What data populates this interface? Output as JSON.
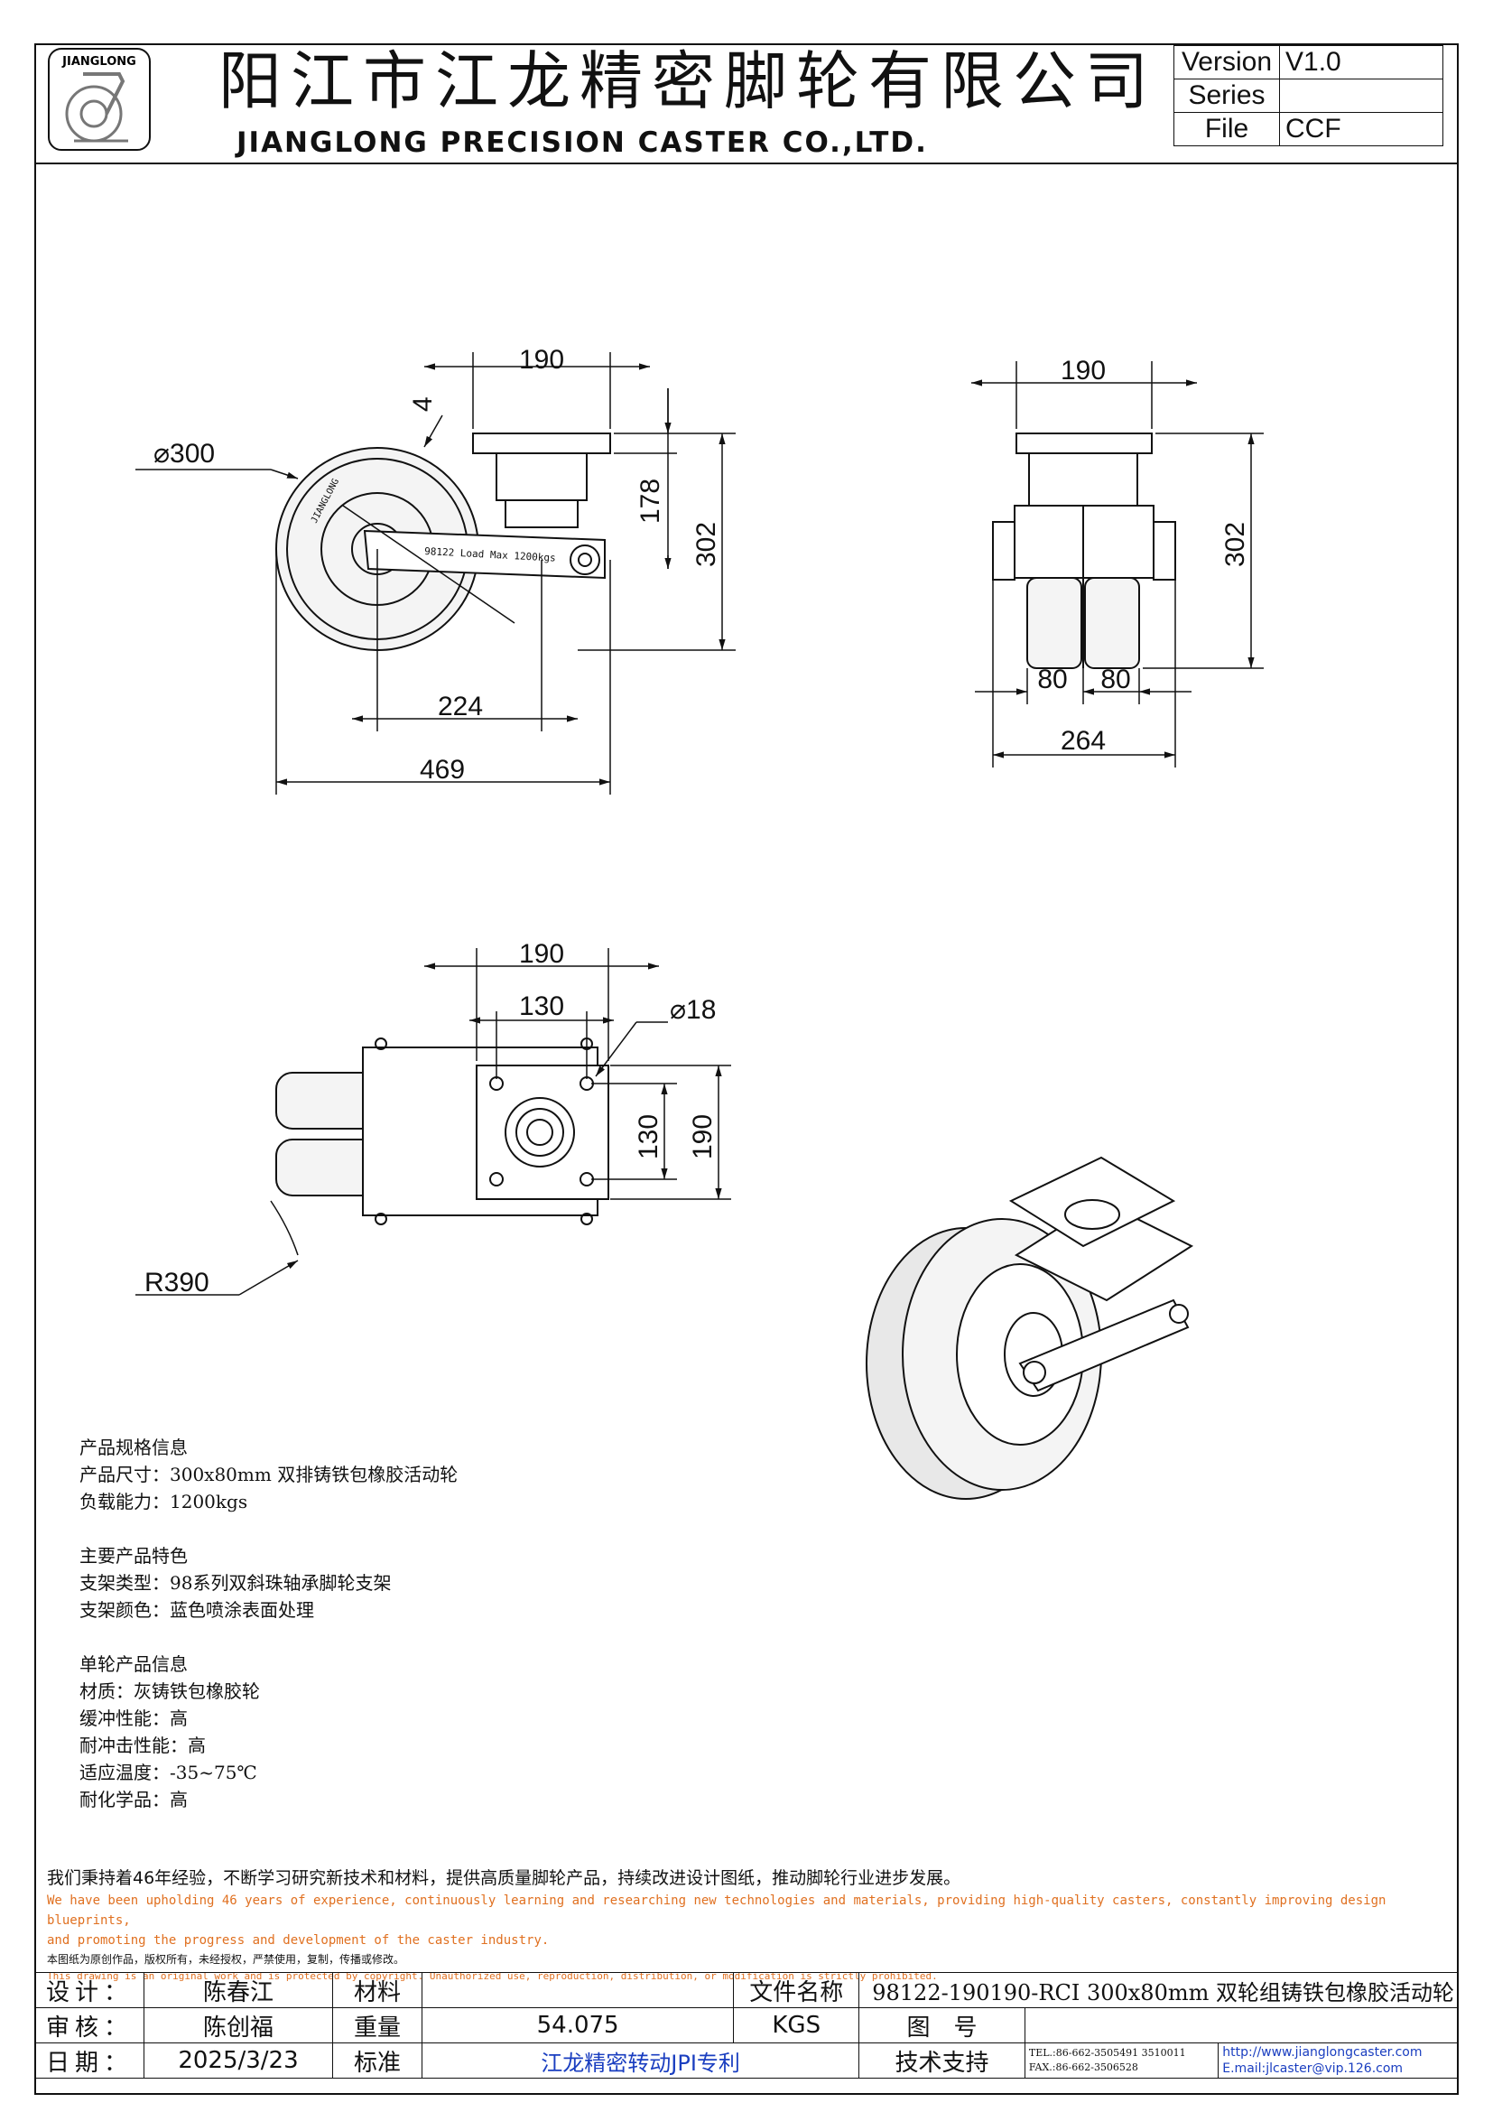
{
  "header": {
    "logo_text": "JIANGLONG",
    "company_cn": "阳江市江龙精密脚轮有限公司",
    "company_en": "JIANGLONG PRECISION CASTER CO.,LTD.",
    "meta": [
      {
        "key": "Version",
        "value": "V1.0"
      },
      {
        "key": "Series",
        "value": ""
      },
      {
        "key": "File",
        "value": "CCF"
      }
    ]
  },
  "dimensions": {
    "side_view": {
      "top_width": "190",
      "plate_thickness": "4",
      "wheel_diameter": "⌀300",
      "plate_height": "178",
      "total_height": "302",
      "offset": "224",
      "total_length": "469",
      "arm_text": "98122 Load Max 1200kgs"
    },
    "front_view": {
      "top_width": "190",
      "total_height": "302",
      "wheel_width_left": "80",
      "wheel_width_right": "80",
      "total_width": "264"
    },
    "top_view": {
      "plate_width": "190",
      "bolt_spacing": "130",
      "bolt_hole": "⌀18",
      "bolt_spacing_v": "130",
      "plate_length": "190",
      "swivel_radius": "R390"
    }
  },
  "spec": {
    "section1_title": "产品规格信息",
    "size": "产品尺寸：300x80mm 双排铸铁包橡胶活动轮",
    "load": "负载能力：1200kgs",
    "section2_title": "主要产品特色",
    "bracket_type": "支架类型：98系列双斜珠轴承脚轮支架",
    "bracket_color": "支架颜色：蓝色喷涂表面处理",
    "section3_title": "单轮产品信息",
    "material": "材质：灰铸铁包橡胶轮",
    "cushion": "缓冲性能：高",
    "impact": "耐冲击性能：高",
    "temperature": "适应温度：-35~75℃",
    "chemical": "耐化学品：高"
  },
  "statement": {
    "cn1": "我们秉持着46年经验，不断学习研究新技术和材料，提供高质量脚轮产品，持续改进设计图纸，推动脚轮行业进步发展。",
    "en1a": "We have been upholding 46 years of experience, continuously learning and researching new technologies and materials, providing high-quality casters, constantly improving design blueprints,",
    "en1b": "and promoting the progress and development of the caster industry.",
    "cn2": "本图纸为原创作品，版权所有，未经授权，严禁使用，复制，传播或修改。",
    "en2": "This drawing is an original work and is protected by copyright. Unauthorized use, reproduction, distribution, or modification is strictly prohibited."
  },
  "title_block": {
    "design_label": "设计：",
    "designer": "陈春江",
    "material_label": "材料",
    "material": "",
    "filename_label": "文件名称",
    "filename": "98122-190190-RCI 300x80mm 双轮组铸铁包橡胶活动轮",
    "review_label": "审核：",
    "reviewer": "陈创福",
    "weight_label": "重量",
    "weight": "54.075",
    "weight_unit": "KGS",
    "drawing_label": "图　号",
    "drawing_no": "",
    "date_label": "日期：",
    "date": "2025/3/23",
    "standard_label": "标准",
    "standard": "江龙精密转动JPI专利",
    "support_label": "技术支持",
    "tel": "TEL.:86-662-3505491 3510011",
    "fax": "FAX.:86-662-3506528",
    "website": "http://www.jianglongcaster.com",
    "email": "E.mail:jlcaster@vip.126.com"
  }
}
